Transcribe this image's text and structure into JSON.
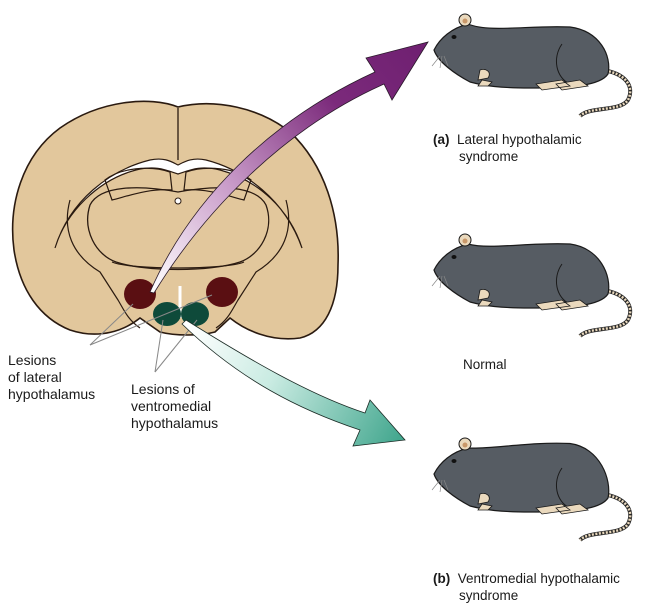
{
  "colors": {
    "brain_fill": "#e2c79c",
    "brain_stroke": "#2a1a10",
    "lateral_lesion": "#5a0f12",
    "ventromedial_lesion": "#0e4a3a",
    "purple_arrow": "#7b2a7b",
    "teal_arrow": "#4fb09a",
    "rat_body": "#565c63",
    "rat_skin": "#ead9bd",
    "background": "#ffffff"
  },
  "brain": {
    "lesion_labels": {
      "lateral": [
        "Lesions",
        "of lateral",
        "hypothalamus"
      ],
      "ventromedial": [
        "Lesions of",
        "ventromedial",
        "hypothalamus"
      ]
    }
  },
  "rats": [
    {
      "id": "a",
      "letter": "(a)",
      "caption_line1": "Lateral hypothalamic",
      "caption_line2": "syndrome",
      "body_type": "thin"
    },
    {
      "id": "normal",
      "letter": "",
      "caption_line1": "Normal",
      "caption_line2": "",
      "body_type": "normal"
    },
    {
      "id": "b",
      "letter": "(b)",
      "caption_line1": "Ventromedial hypothalamic",
      "caption_line2": "syndrome",
      "body_type": "obese"
    }
  ]
}
